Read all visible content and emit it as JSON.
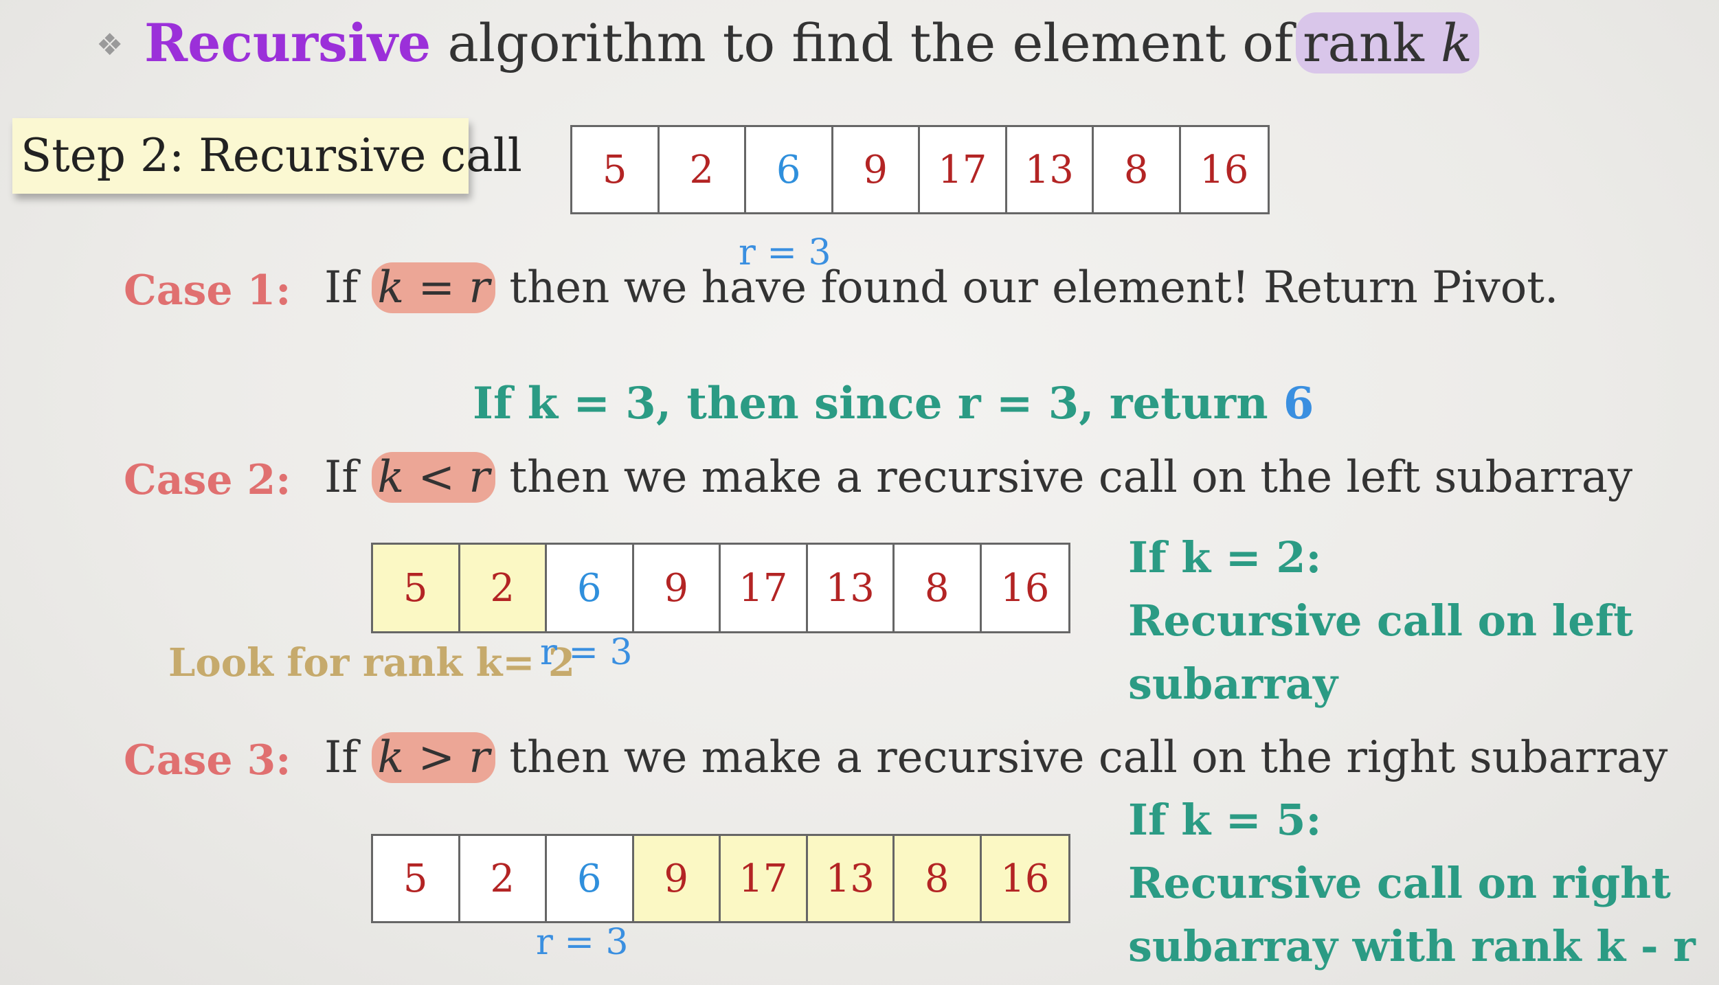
{
  "title": {
    "bullet": "❖",
    "recursive": "Recursive",
    "middle": "algorithm to find the element of",
    "rank_word": "rank",
    "rank_var": "k"
  },
  "step_label": "Step 2: Recursive call",
  "top_array": {
    "values": [
      "5",
      "2",
      "6",
      "9",
      "17",
      "13",
      "8",
      "16"
    ],
    "r_label": "r = 3"
  },
  "case1": {
    "label": "Case 1:",
    "if": "If",
    "cond": "k = r",
    "rest": "then we have found our element!  Return Pivot.",
    "example_text": "If k = 3, then since r = 3, return",
    "example_value": "6"
  },
  "case2": {
    "label": "Case 2:",
    "if": "If",
    "cond": "k < r",
    "rest": "then we make a recursive call on the left subarray",
    "array": [
      "5",
      "2",
      "6",
      "9",
      "17",
      "13",
      "8",
      "16"
    ],
    "look_for": "Look for rank k= 2",
    "r_label": "r = 3",
    "note": [
      "If k = 2:",
      "Recursive call on left",
      "subarray"
    ]
  },
  "case3": {
    "label": "Case 3:",
    "if": "If",
    "cond": "k > r",
    "rest": "then we make a recursive call on the right subarray",
    "array": [
      "5",
      "2",
      "6",
      "9",
      "17",
      "13",
      "8",
      "16"
    ],
    "r_label": "r = 3",
    "note": [
      "If k = 5:",
      "Recursive call on right",
      "subarray with rank k - r"
    ]
  },
  "colors": {
    "purple": "#9b30d9",
    "case_red": "#e07070",
    "teal": "#2b9b84",
    "pivot_blue": "#3a8fe0",
    "value_red": "#b32424",
    "highlight": "#fbf8c4"
  }
}
